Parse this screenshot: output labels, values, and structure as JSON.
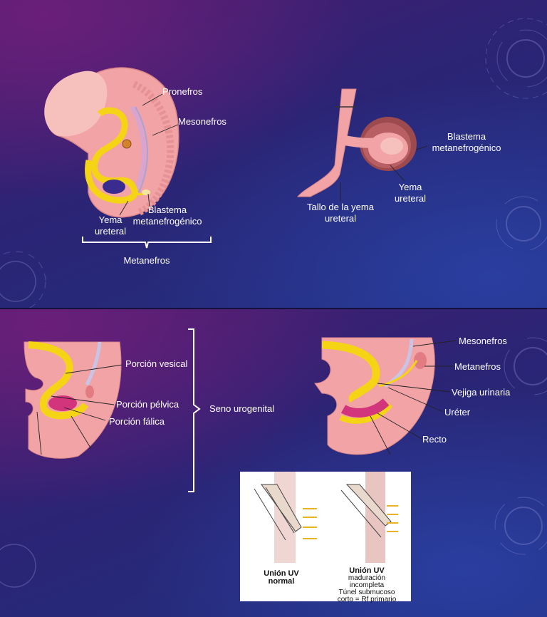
{
  "top_slide": {
    "embryo_labels": {
      "pronefros": "Pronefros",
      "mesonefros": "Mesonefros",
      "blastema_line1": "Blastema",
      "blastema_line2": "metanefrogénico",
      "yema_line1": "Yema",
      "yema_line2": "ureteral",
      "brace_caption": "Metanefros"
    },
    "bud_labels": {
      "blastema_line1": "Blastema",
      "blastema_line2": "metanefrogénico",
      "yema_line1": "Yema",
      "yema_line2": "ureteral",
      "tallo_line1": "Tallo de la yema",
      "tallo_line2": "ureteral"
    }
  },
  "bottom_slide": {
    "sinus_labels": {
      "vesical": "Porción vesical",
      "pelvica": "Porción pélvica",
      "falica": "Porción fálica",
      "brace_caption": "Seno urogenital"
    },
    "cloaca_labels": {
      "mesonefros": "Mesonefros",
      "metanefros": "Metanefros",
      "vejiga": "Vejiga urinaria",
      "ureter": "Uréter",
      "recto": "Recto"
    },
    "uv_card": {
      "normal_line1": "Unión UV",
      "normal_line2": "normal",
      "incomplete_line1": "Unión UV",
      "incomplete_line2": "maduración",
      "incomplete_line3": "incompleta",
      "incomplete_line4": "Túnel submucoso",
      "incomplete_line5": "corto = Rf primario"
    }
  },
  "colors": {
    "slide_purple": "#4a1c6e",
    "slide_blue": "#22307e",
    "tissue_pink": "#f2a3a6",
    "tissue_light": "#f6c0bd",
    "yellow": "#f5d416",
    "magenta": "#d2357c",
    "kidney_brown": "#9c4a4e"
  }
}
